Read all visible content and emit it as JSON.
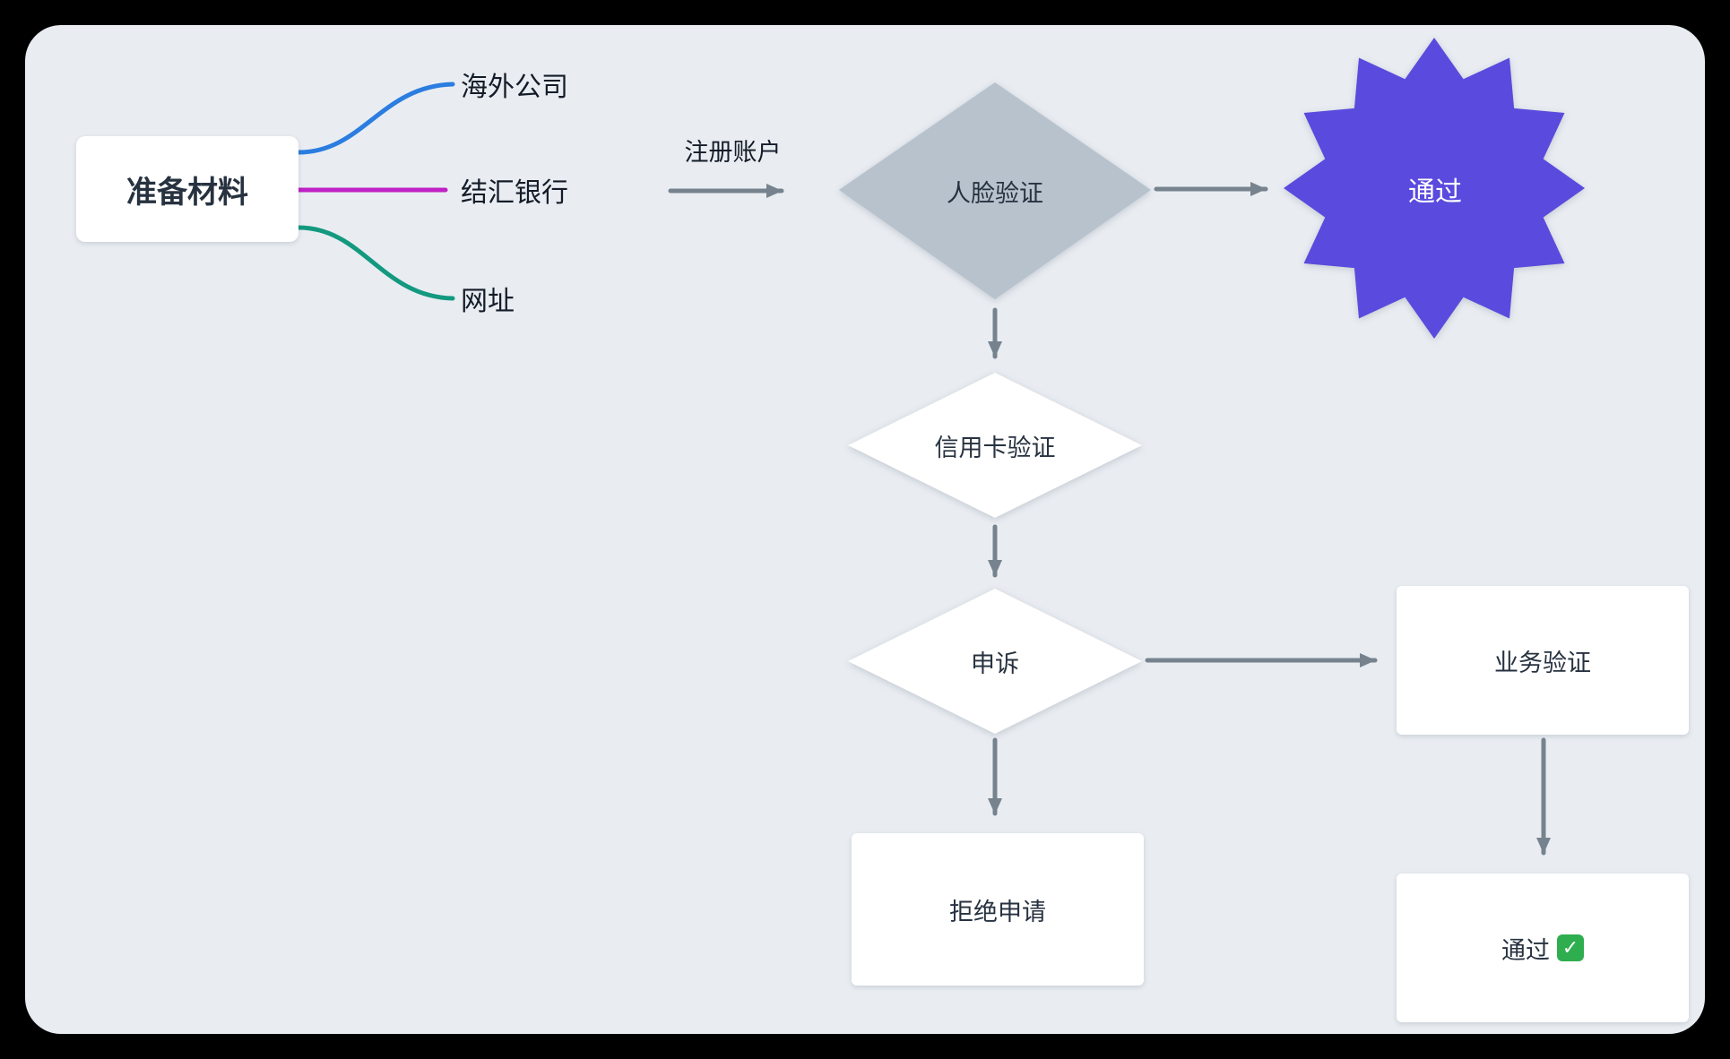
{
  "canvas": {
    "bg": "#e9edf2",
    "frame_bg": "#000000"
  },
  "mindmap": {
    "root_label": "准备材料",
    "branches": [
      {
        "label": "海外公司",
        "color": "#2b7de0"
      },
      {
        "label": "结汇银行",
        "color": "#c021c4"
      },
      {
        "label": "网址",
        "color": "#13997f"
      }
    ]
  },
  "flowchart": {
    "register_edge_label": "注册账户",
    "face_verification_label": "人脸验证",
    "pass_star_label": "通过",
    "credit_card_verification_label": "信用卡验证",
    "appeal_label": "申诉",
    "business_verification_label": "业务验证",
    "reject_application_label": "拒绝申请",
    "final_pass_label": "通过",
    "final_pass_check": "✓"
  },
  "colors": {
    "arrow": "#76838f",
    "diamond_gray": "#b7c2cd",
    "star_purple": "#5a4bde",
    "check_green": "#2eae4f"
  }
}
